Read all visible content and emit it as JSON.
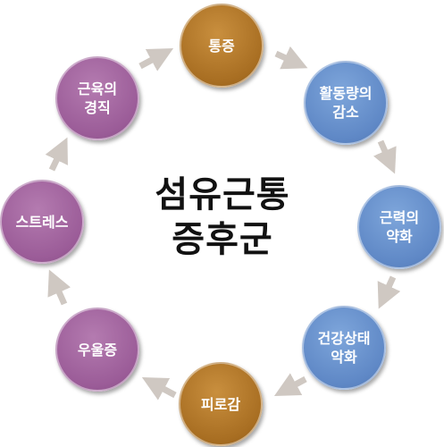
{
  "title": "섬유근통\n증후군",
  "nodes": [
    {
      "label": "통증",
      "color": "brown"
    },
    {
      "label": "활동량의\n감소",
      "color": "blue"
    },
    {
      "label": "근력의\n약화",
      "color": "blue"
    },
    {
      "label": "건강상태\n악화",
      "color": "blue"
    },
    {
      "label": "피로감",
      "color": "brown"
    },
    {
      "label": "우울증",
      "color": "purple"
    },
    {
      "label": "스트레스",
      "color": "purple"
    },
    {
      "label": "근육의\n경직",
      "color": "purple"
    }
  ],
  "colors": {
    "brown": "#b07428",
    "blue": "#668fcc",
    "purple": "#9e5f9b",
    "arrow": "#cfc8c2"
  }
}
